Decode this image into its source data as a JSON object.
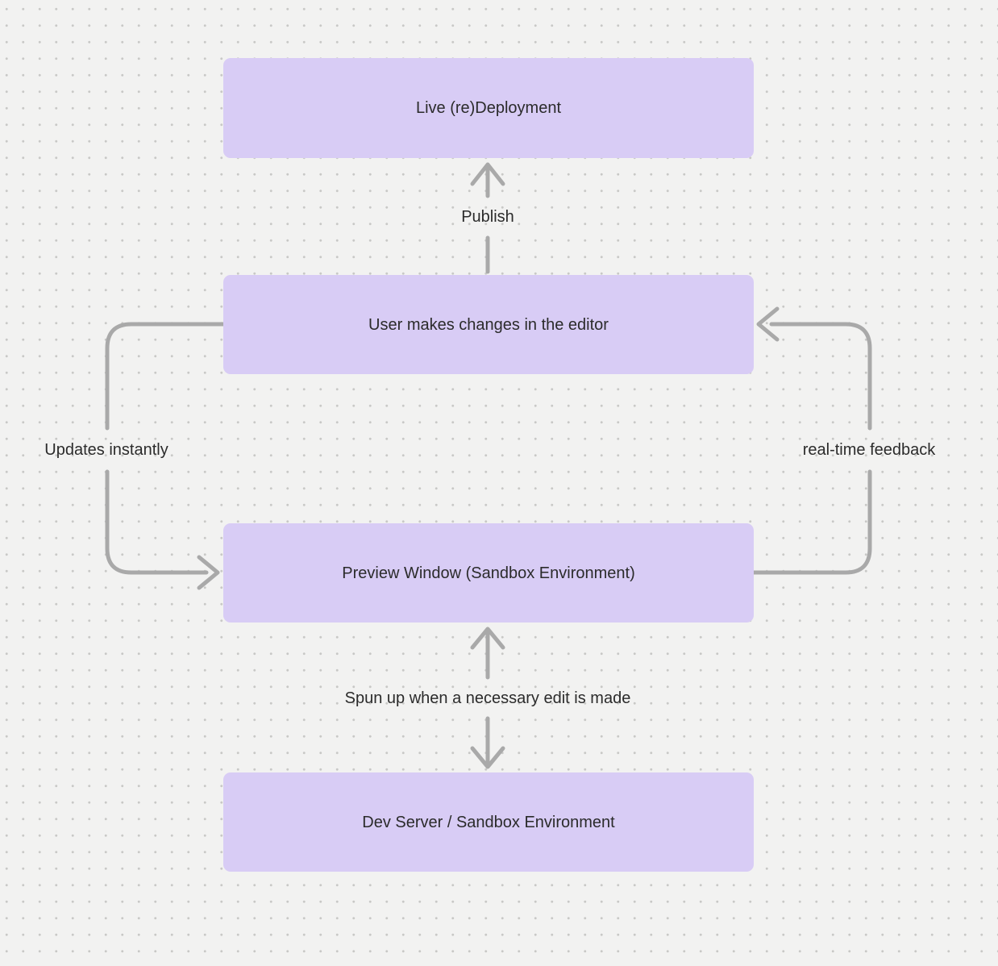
{
  "theme": {
    "background_color": "#f2f2f1",
    "dot_grid_color": "#c8c8c6",
    "node_fill_color": "#d8ccf5",
    "arrow_color": "#a9a9a9",
    "text_color": "#2b2b2b"
  },
  "nodes": [
    {
      "id": "live-redeployment",
      "label": "Live (re)Deployment"
    },
    {
      "id": "user-edits",
      "label": "User makes changes in the editor"
    },
    {
      "id": "preview-window",
      "label": "Preview Window (Sandbox Environment)"
    },
    {
      "id": "dev-server",
      "label": "Dev Server / Sandbox Environment"
    }
  ],
  "edges": [
    {
      "id": "publish",
      "label": "Publish",
      "from": "user-edits",
      "to": "live-redeployment",
      "direction": "up"
    },
    {
      "id": "updates-instantly",
      "label": "Updates instantly",
      "from": "user-edits",
      "to": "preview-window",
      "direction": "left-loop"
    },
    {
      "id": "realtime-feedback",
      "label": "real-time feedback",
      "from": "preview-window",
      "to": "user-edits",
      "direction": "right-loop"
    },
    {
      "id": "spun-up",
      "label": "Spun up when a necessary edit is made",
      "from": "dev-server",
      "to": "preview-window",
      "direction": "bidirectional"
    }
  ]
}
